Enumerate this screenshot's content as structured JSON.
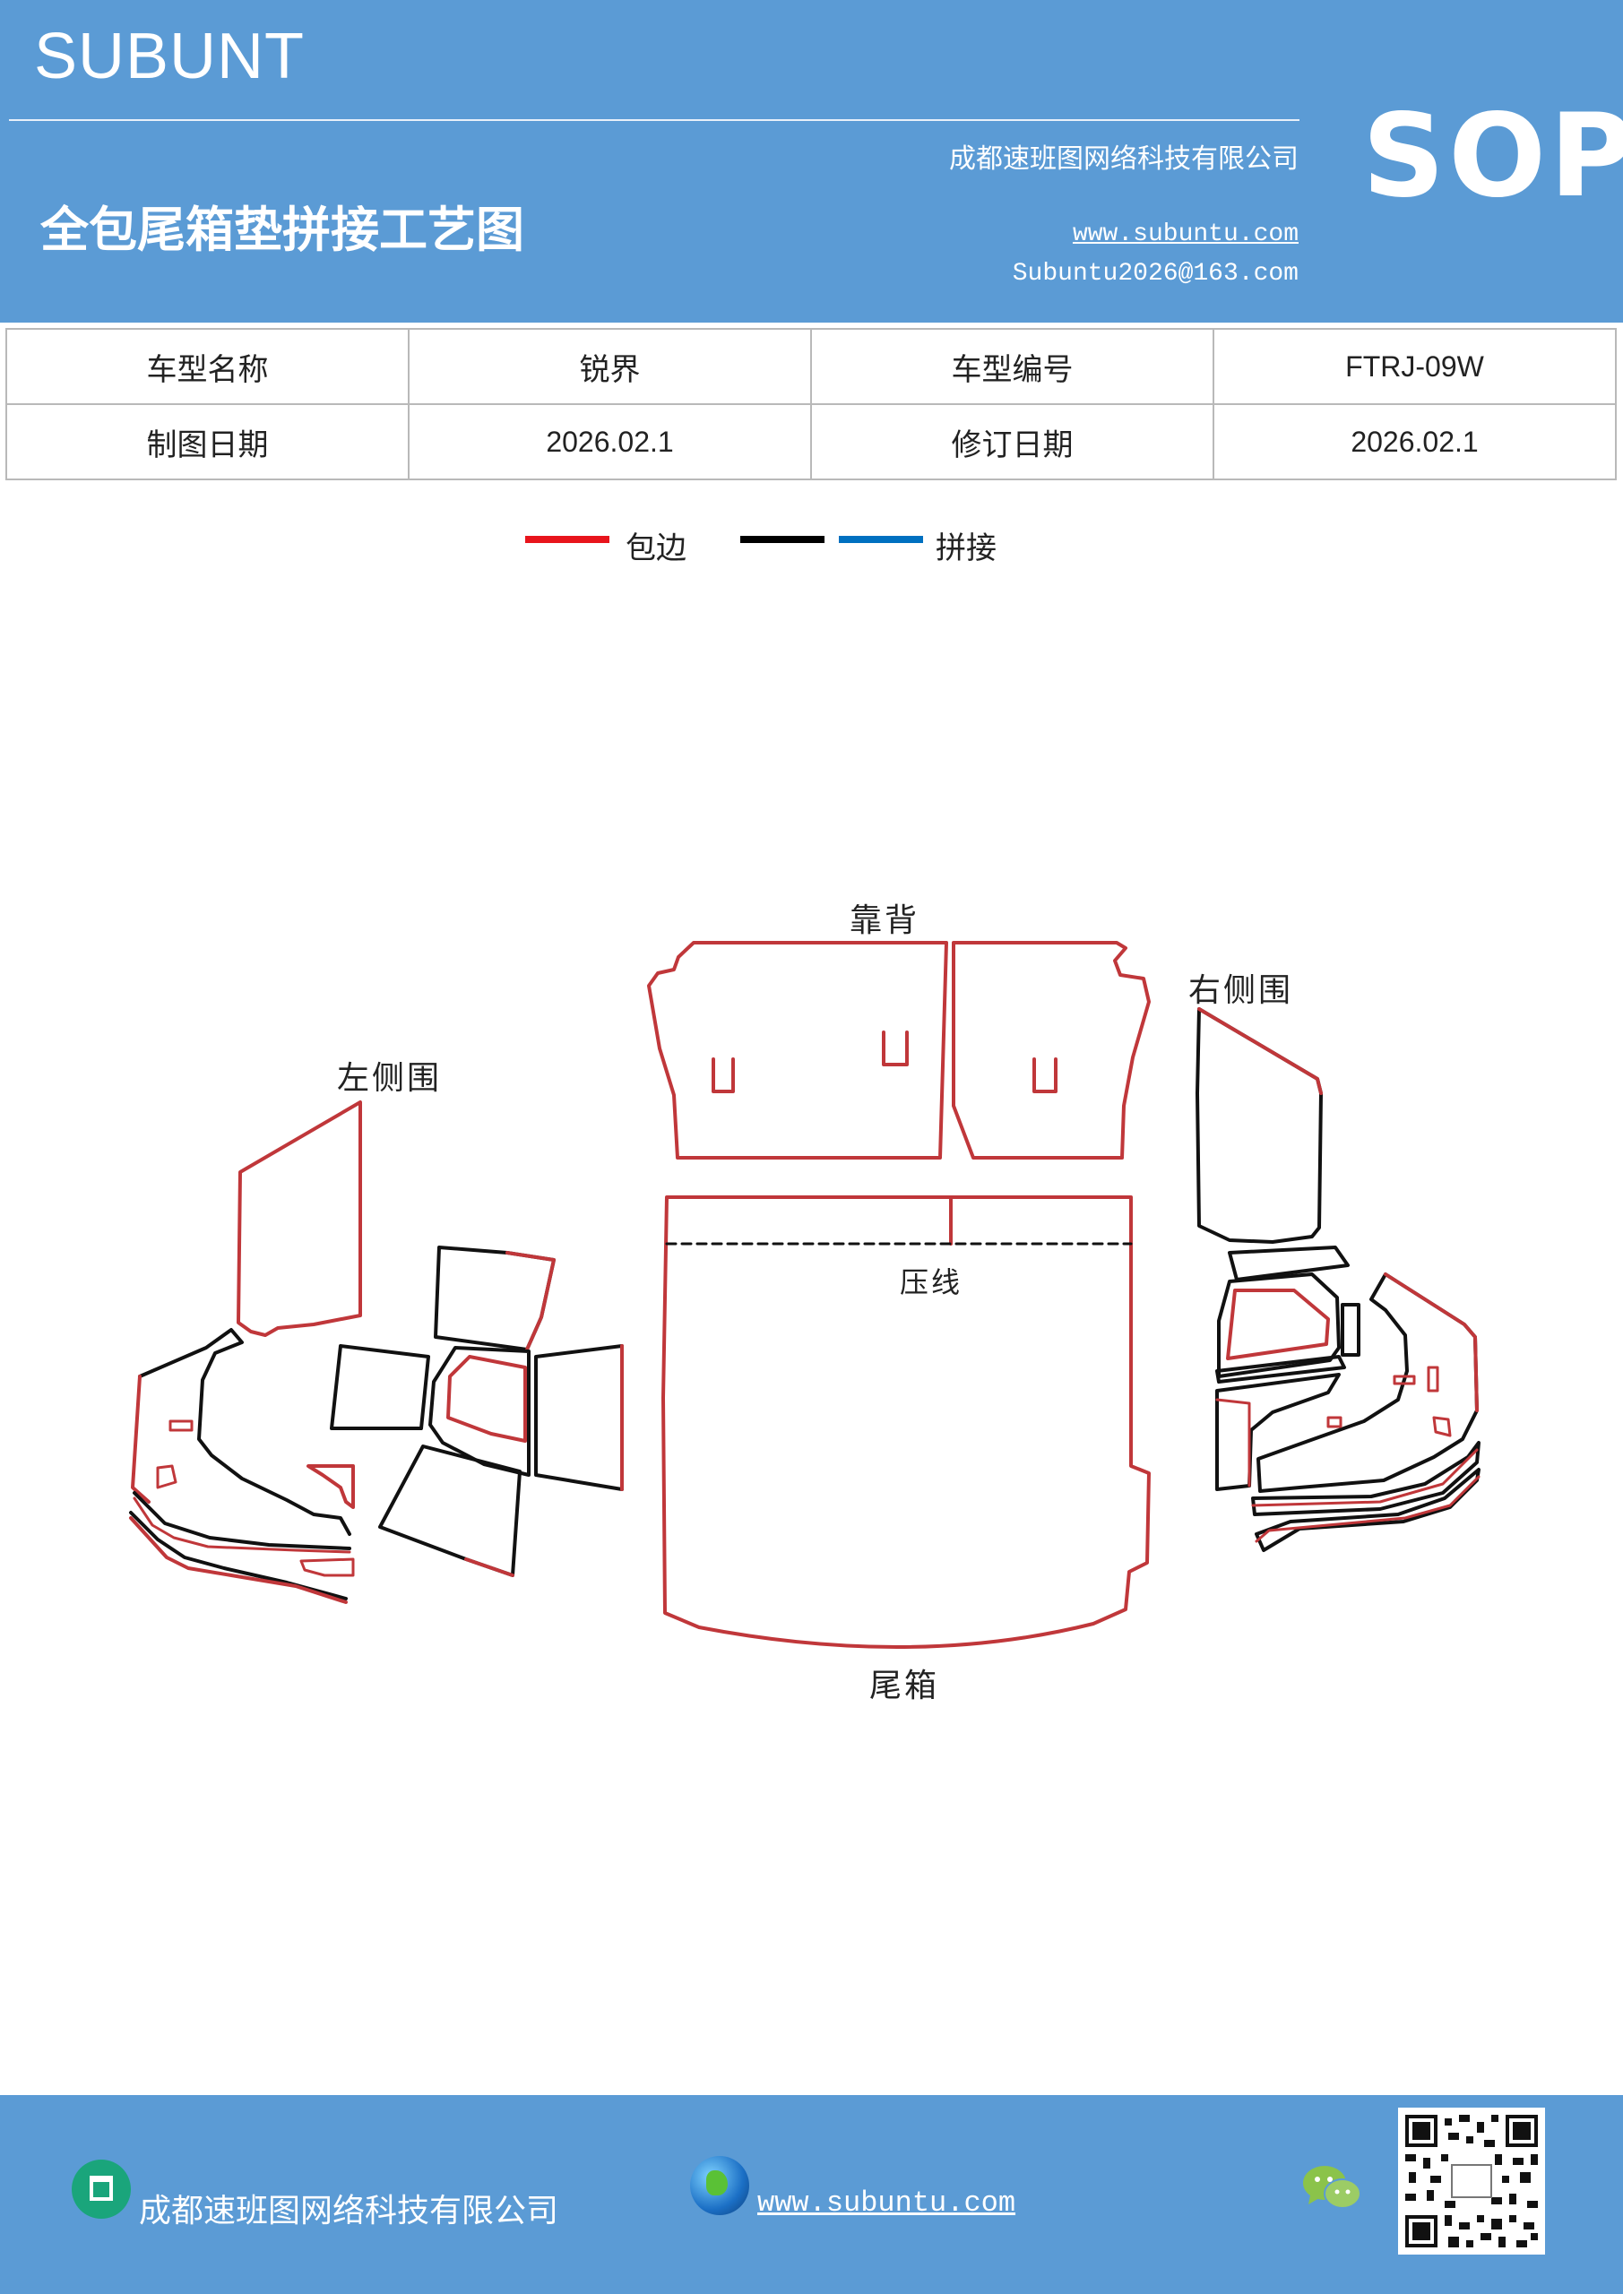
{
  "header": {
    "brand": "SUBUNT",
    "company": "成都速班图网络科技有限公司",
    "title": "全包尾箱垫拼接工艺图",
    "url": "www.subuntu.com",
    "email": "Subuntu2026@163.com",
    "badge": "SOP"
  },
  "info_table": {
    "rows": [
      [
        "车型名称",
        "锐界",
        "车型编号",
        "FTRJ-09W"
      ],
      [
        "制图日期",
        "2026.02.1",
        "修订日期",
        "2026.02.1"
      ]
    ]
  },
  "legend": {
    "items": [
      {
        "label": "包边",
        "color": "#e8141c"
      },
      {
        "label": "",
        "color": "#000000"
      },
      {
        "label": "拼接",
        "color": "#0070c0"
      }
    ]
  },
  "diagram": {
    "labels": {
      "backrest": "靠背",
      "left_side": "左侧围",
      "right_side": "右侧围",
      "crease": "压线",
      "trunk": "尾箱"
    },
    "colors": {
      "edge": "#c0373a",
      "seam": "#111111"
    }
  },
  "footer": {
    "company": "成都速班图网络科技有限公司",
    "url": "www.subuntu.com"
  }
}
